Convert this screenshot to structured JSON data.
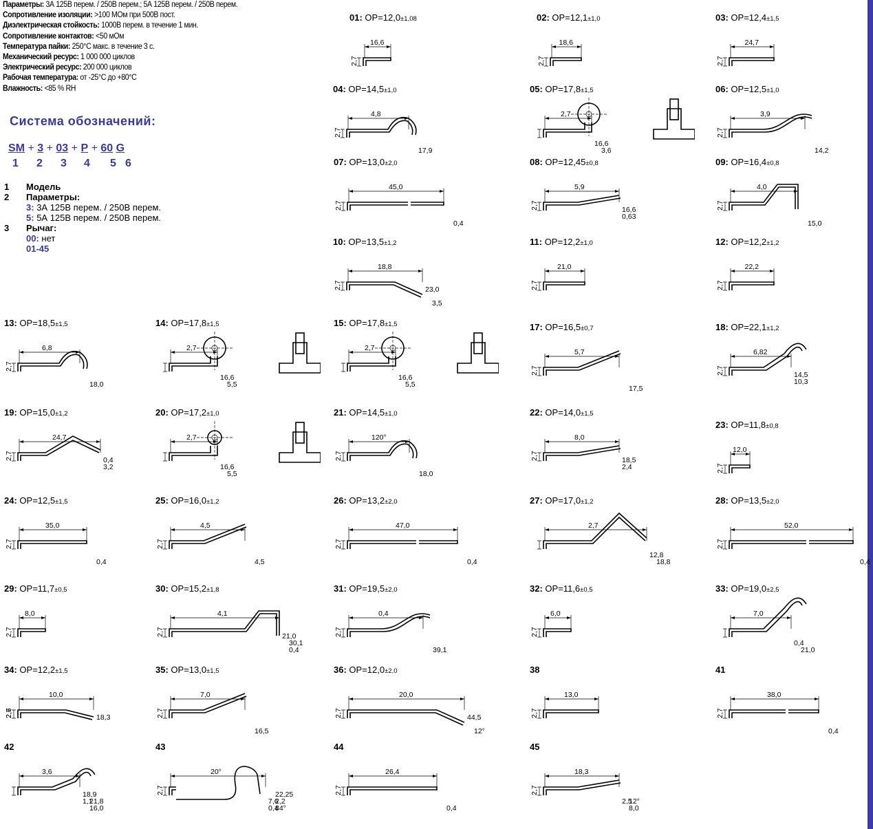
{
  "specs": [
    {
      "k": "Параметры:",
      "v": "3А 125В перем. / 250В перем.; 5А 125В перем. / 250В перем."
    },
    {
      "k": "Сопротивление изоляции:",
      "v": ">100 МОм при 500В пост."
    },
    {
      "k": "Диэлектрическая стойкость:",
      "v": "1000В перем. в течение 1 мин."
    },
    {
      "k": "Сопротивление контактов:",
      "v": "<50 мОм"
    },
    {
      "k": "Температура пайки:",
      "v": "250°С макс. в течение 3 с."
    },
    {
      "k": "Механический ресурс:",
      "v": "1 000 000 циклов"
    },
    {
      "k": "Электрический ресурс:",
      "v": "200 000 циклов"
    },
    {
      "k": "Рабочая температура:",
      "v": "от -25°С до +80°С"
    },
    {
      "k": "Влажность:",
      "v": "<85 % RH"
    }
  ],
  "designation": {
    "title": "Система обозначений:",
    "code_parts": [
      "SM",
      "3",
      "03",
      "P",
      "60",
      "G"
    ],
    "plus": "+",
    "numbers": [
      "1",
      "2",
      "3",
      "4",
      "5",
      "6"
    ]
  },
  "legend": {
    "i1_n": "1",
    "i1_t": "Модель",
    "i2_n": "2",
    "i2_t": "Параметры:",
    "p3_k": "3:",
    "p3_v": "3А 125В перем. / 250В перем.",
    "p5_k": "5:",
    "p5_v": "5А 125В перем. / 250В перем.",
    "i3_n": "3",
    "i3_t": "Рычаг:",
    "l00_k": "00:",
    "l00_v": "нет",
    "lrange": "01-45"
  },
  "levers": [
    {
      "id": "01:",
      "op": "OP=12,0",
      "tol": "±1,08",
      "dims": [
        "16,6",
        "2,7"
      ]
    },
    {
      "id": "02:",
      "op": "OP=12,1",
      "tol": "±1,0",
      "dims": [
        "18,6",
        "2,7"
      ]
    },
    {
      "id": "03:",
      "op": "OP=12,4",
      "tol": "±1,5",
      "dims": [
        "24,7",
        "2,7"
      ]
    },
    {
      "id": "04:",
      "op": "OP=14,5",
      "tol": "±1,0",
      "dims": [
        "4,8",
        "2,7",
        "17,9"
      ]
    },
    {
      "id": "05:",
      "op": "OP=17,8",
      "tol": "±1,5",
      "dims": [
        "2,7",
        "16,6",
        "3,6"
      ]
    },
    {
      "id": "06:",
      "op": "OP=12,5",
      "tol": "±1,0",
      "dims": [
        "3,9",
        "2,7",
        "14,2"
      ]
    },
    {
      "id": "07:",
      "op": "OP=13,0",
      "tol": "±2,0",
      "dims": [
        "45,0",
        "2,7",
        "0,4"
      ]
    },
    {
      "id": "08:",
      "op": "OP=12,45",
      "tol": "±0,8",
      "dims": [
        "5,9",
        "0,63",
        "2,7",
        "16,6"
      ]
    },
    {
      "id": "09:",
      "op": "OP=16,4",
      "tol": "±0,8",
      "dims": [
        "4,0",
        "2,7",
        "15,0"
      ]
    },
    {
      "id": "10:",
      "op": "OP=13,5",
      "tol": "±1,2",
      "dims": [
        "18,8",
        "2,7",
        "3,5",
        "23,0"
      ]
    },
    {
      "id": "11:",
      "op": "OP=12,2",
      "tol": "±1,0",
      "dims": [
        "21,0",
        "2,7"
      ]
    },
    {
      "id": "12:",
      "op": "OP=12,2",
      "tol": "±1,2",
      "dims": [
        "22,2",
        "2,7"
      ]
    },
    {
      "id": "13:",
      "op": "OP=18,5",
      "tol": "±1,5",
      "dims": [
        "6,8",
        "2,7",
        "18,0"
      ]
    },
    {
      "id": "14:",
      "op": "OP=17,8",
      "tol": "±1,5",
      "dims": [
        "2,7",
        "16,6",
        "5,5"
      ]
    },
    {
      "id": "15:",
      "op": "OP=17,8",
      "tol": "±1,5",
      "dims": [
        "2,7",
        "16,6",
        "5,5"
      ]
    },
    {
      "id": "17:",
      "op": "OP=16,5",
      "tol": "±0,7",
      "dims": [
        "5,7",
        "2,7",
        "17,5"
      ]
    },
    {
      "id": "18:",
      "op": "OP=22,1",
      "tol": "±1,2",
      "dims": [
        "6,82",
        "10,3",
        "2,7",
        "14,5"
      ]
    },
    {
      "id": "19:",
      "op": "OP=15,0",
      "tol": "±1,2",
      "dims": [
        "24,7",
        "3,2",
        "2,7",
        "0,4"
      ]
    },
    {
      "id": "20:",
      "op": "OP=17,2",
      "tol": "±1,0",
      "dims": [
        "2,7",
        "16,6",
        "5,5"
      ]
    },
    {
      "id": "21:",
      "op": "OP=14,5",
      "tol": "±1,0",
      "dims": [
        "120°",
        "2,7",
        "18,0"
      ]
    },
    {
      "id": "22:",
      "op": "OP=14,0",
      "tol": "±1,5",
      "dims": [
        "8,0",
        "2,4",
        "2,7",
        "18,5"
      ]
    },
    {
      "id": "23:",
      "op": "OP=11,8",
      "tol": "±0,8",
      "dims": [
        "12,0",
        "2,7"
      ]
    },
    {
      "id": "24:",
      "op": "OP=12,5",
      "tol": "±1,5",
      "dims": [
        "35,0",
        "2,7",
        "0,4"
      ]
    },
    {
      "id": "25:",
      "op": "OP=16,0",
      "tol": "±1,2",
      "dims": [
        "4,5",
        "2,7",
        "4,5"
      ]
    },
    {
      "id": "26:",
      "op": "OP=13,2",
      "tol": "±2,0",
      "dims": [
        "47,0",
        "2,7",
        "0,4"
      ]
    },
    {
      "id": "27:",
      "op": "OP=17,0",
      "tol": "±1,2",
      "dims": [
        "2,7",
        "12,8",
        "18,8"
      ]
    },
    {
      "id": "28:",
      "op": "OP=13,5",
      "tol": "±2,0",
      "dims": [
        "52,0",
        "2,7",
        "0,4"
      ]
    },
    {
      "id": "29:",
      "op": "OP=11,7",
      "tol": "±0,5",
      "dims": [
        "8,0",
        "2,7"
      ]
    },
    {
      "id": "30:",
      "op": "OP=15,2",
      "tol": "±1,8",
      "dims": [
        "4,1",
        "2,7",
        "0,4",
        "21,0",
        "30,1"
      ]
    },
    {
      "id": "31:",
      "op": "OP=19,5",
      "tol": "±2,0",
      "dims": [
        "0,4",
        "2,7",
        "39,1"
      ]
    },
    {
      "id": "32:",
      "op": "OP=11,6",
      "tol": "±0,5",
      "dims": [
        "6,0",
        "2,7"
      ]
    },
    {
      "id": "33:",
      "op": "OP=19,0",
      "tol": "±2,5",
      "dims": [
        "7,0",
        "0,4",
        "21,0"
      ]
    },
    {
      "id": "34:",
      "op": "OP=12,2",
      "tol": "±1,5",
      "dims": [
        "10,0",
        "2,6",
        "2,7",
        "18,3"
      ]
    },
    {
      "id": "35:",
      "op": "OP=13,0",
      "tol": "±1,5",
      "dims": [
        "7,0",
        "2,7",
        "16,5"
      ]
    },
    {
      "id": "36:",
      "op": "OP=12,0",
      "tol": "±2,0",
      "dims": [
        "20,0",
        "2,7",
        "12°",
        "44,5"
      ]
    },
    {
      "id": "38",
      "op": "",
      "tol": "",
      "dims": [
        "13,0",
        "2,7"
      ]
    },
    {
      "id": "41",
      "op": "",
      "tol": "",
      "dims": [
        "38,0",
        "2,7",
        "0,4"
      ]
    },
    {
      "id": "42",
      "op": "",
      "tol": "",
      "dims": [
        "3,6",
        "1,1",
        "16,0",
        "18,9",
        "21,8"
      ]
    },
    {
      "id": "43",
      "op": "",
      "tol": "",
      "dims": [
        "20°",
        "7,6",
        "84°",
        "2,7",
        "2,2",
        "0,4",
        "22,25"
      ]
    },
    {
      "id": "44",
      "op": "",
      "tol": "",
      "dims": [
        "26,4",
        "2,7",
        "0,4"
      ]
    },
    {
      "id": "45",
      "op": "",
      "tol": "",
      "dims": [
        "18,3",
        "2,5",
        "8,0",
        "2,7",
        "12°"
      ]
    }
  ],
  "colors": {
    "accent": "#3a3a90",
    "bar": "#3a3aa8"
  }
}
